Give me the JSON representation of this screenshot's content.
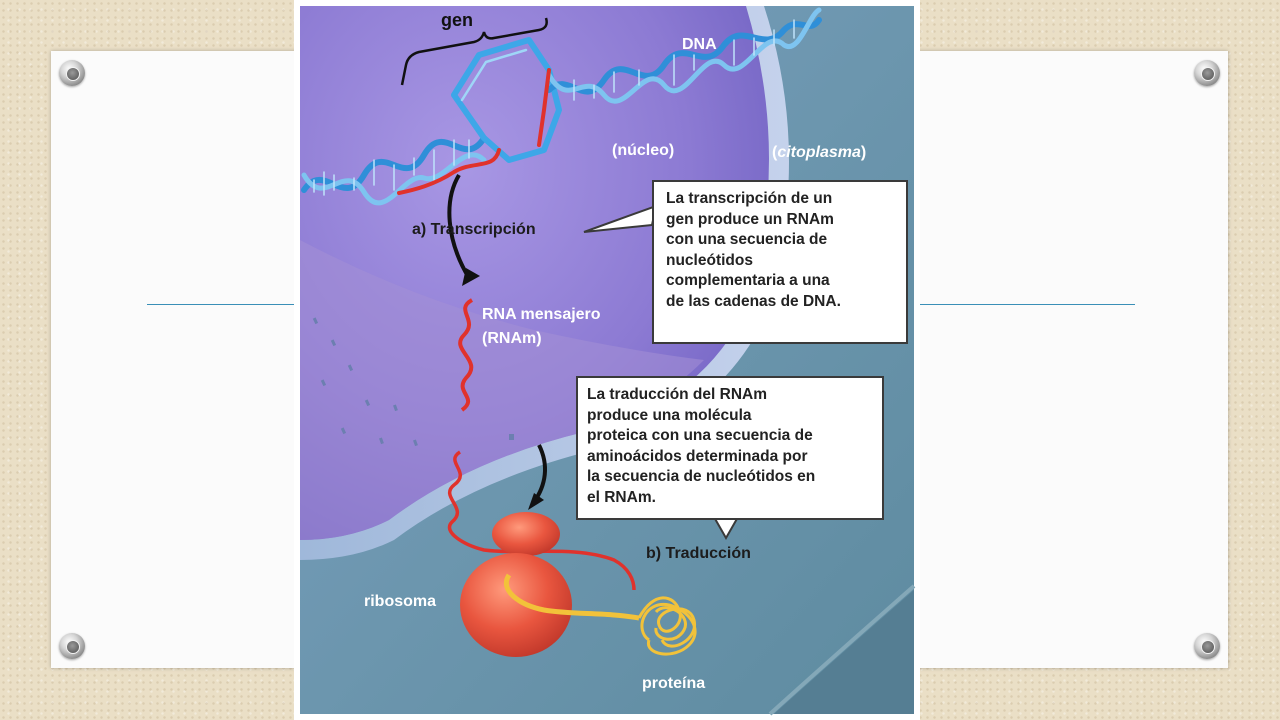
{
  "slide": {
    "accent_line_color": "#3a8fb7"
  },
  "figure": {
    "labels": {
      "gen": "gen",
      "dna": "DNA",
      "nucleo": "(núcleo)",
      "citoplasma_open": "(",
      "citoplasma": "citoplasma",
      "citoplasma_close": ")",
      "transcripcion": "a) Transcripción",
      "rna_line1": "RNA mensajero",
      "rna_line2": "(RNAm)",
      "traduccion": "b) Traducción",
      "ribosoma": "ribosoma",
      "proteina": "proteína"
    },
    "callout_transcription": {
      "lines": [
        "La transcripción de un",
        "gen produce un RNAm",
        "con una secuencia de",
        "nucleótidos",
        "complementaria a una",
        "de las cadenas de DNA."
      ]
    },
    "callout_translation": {
      "lines": [
        "La traducción del RNAm",
        "produce una molécula",
        "proteica con una secuencia de",
        "aminoácidos determinada por",
        "la secuencia de nucleótidos en",
        "el RNAm."
      ]
    },
    "colors": {
      "nucleus": "#8e7fd6",
      "cytoplasm": "#6f98ad",
      "dna": "#3da7e8",
      "mrna": "#e0322c",
      "ribosome": "#e85a45",
      "protein": "#f2c23a"
    }
  }
}
